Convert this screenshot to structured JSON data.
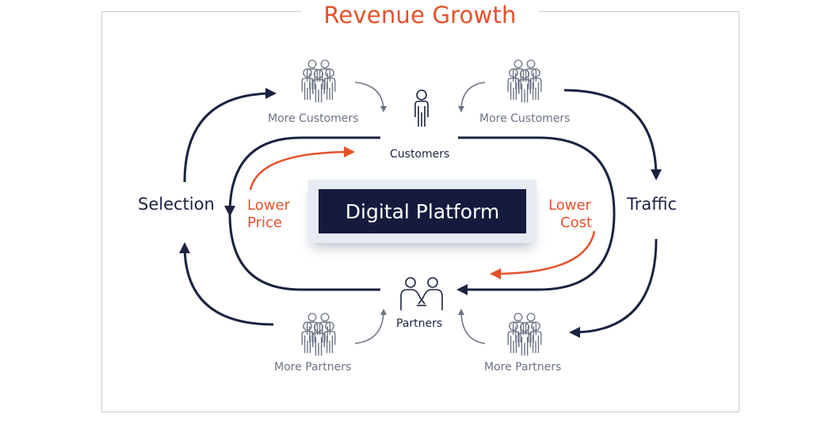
{
  "title": "Revenue Growth",
  "center_label": "Digital Platform",
  "labels": {
    "selection": "Selection",
    "traffic": "Traffic",
    "lower_price_1": "Lower",
    "lower_price_2": "Price",
    "lower_cost_1": "Lower",
    "lower_cost_2": "Cost",
    "customers": "Customers",
    "partners": "Partners",
    "more_customers_left": "More Customers",
    "more_customers_right": "More Customers",
    "more_partners_left": "More Partners",
    "more_partners_right": "More Partners"
  },
  "colors": {
    "title": "#e5512b",
    "navy": "#1b2340",
    "orange": "#e5512b",
    "grey": "#6b7384",
    "frame": "#c9cdd3"
  },
  "icons": [
    "group-icon",
    "person-icon",
    "handshake-icon"
  ]
}
